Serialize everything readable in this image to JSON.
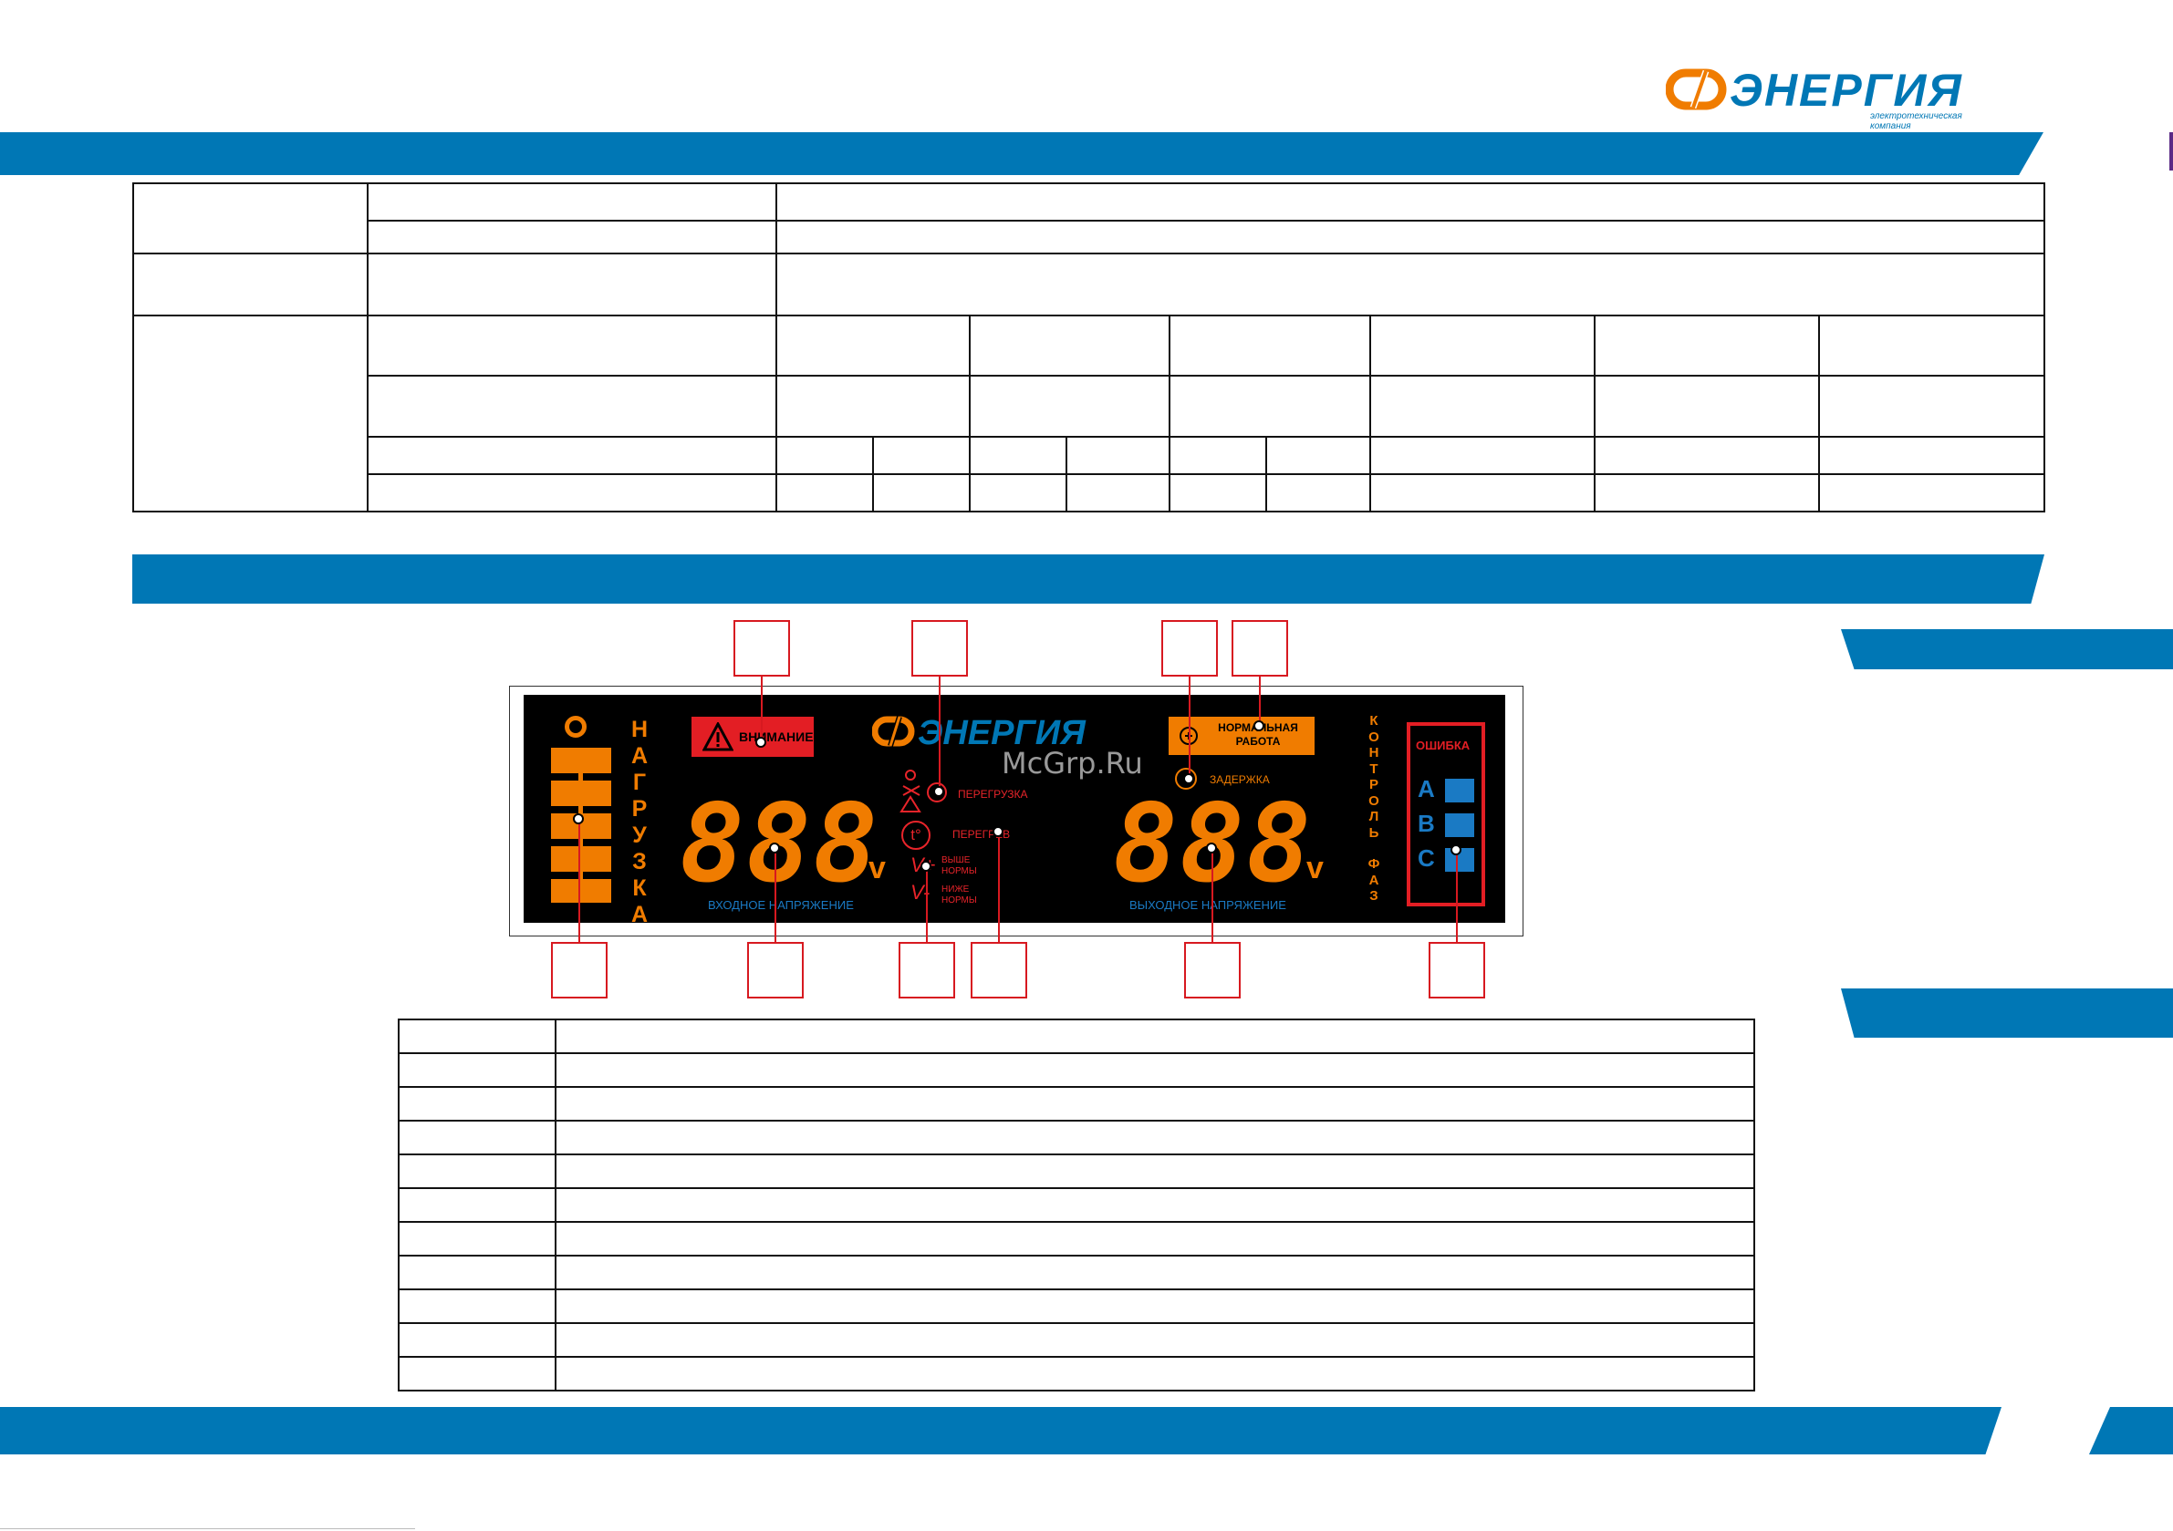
{
  "brand": {
    "logo_text": "ЭНЕРГИЯ",
    "tagline": "электротехническая компания",
    "orange": "#f07c00",
    "blue": "#0077b5"
  },
  "watermark": "McGrp.Ru",
  "display_panel": {
    "attention_label": "ВНИМАНИЕ",
    "normal_label": "НОРМАЛЬНАЯ РАБОТА",
    "load_vertical": [
      "Н",
      "А",
      "Г",
      "Р",
      "У",
      "З",
      "К",
      "А"
    ],
    "phase_vertical": [
      "К",
      "О",
      "Н",
      "Т",
      "Р",
      "О",
      "Л",
      "Ь",
      "",
      "Ф",
      "А",
      "З"
    ],
    "overload_label": "ПЕРЕГРУЗКА",
    "overheat_label": "ПЕРЕГРЕВ",
    "delay_label": "ЗАДЕРЖКА",
    "above_norm": "ВЫШЕ НОРМЫ",
    "below_norm": "НИЖЕ НОРМЫ",
    "input_digits": "888",
    "output_digits": "888",
    "volt_unit": "v",
    "input_caption": "ВХОДНОЕ НАПРЯЖЕНИЕ",
    "output_caption": "ВЫХОДНОЕ НАПРЯЖЕНИЕ",
    "error_title": "ОШИБКА",
    "phases": [
      "A",
      "B",
      "C"
    ],
    "temp_symbol": "t°",
    "v_plus": "V+",
    "v_minus": "V-"
  }
}
